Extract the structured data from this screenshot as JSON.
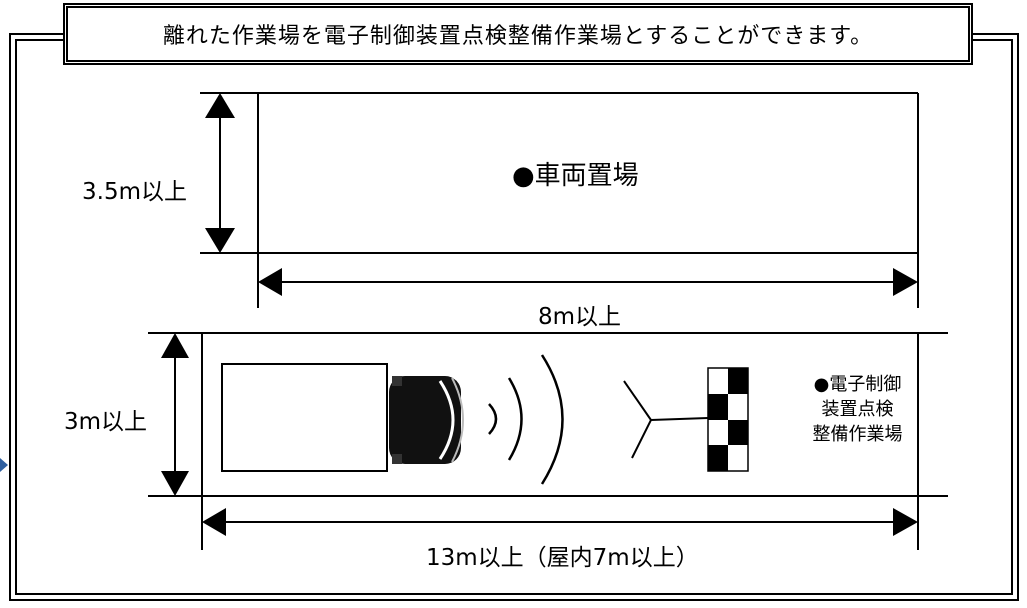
{
  "title": "離れた作業場を電子制御装置点検整備作業場とすることができます。",
  "vehicle_area": {
    "label": "●車両置場",
    "depth_label": "3.5m以上",
    "width_label": "8m以上"
  },
  "inspection_area": {
    "label_lines": [
      "●電子制御",
      "装置点検",
      "整備作業場"
    ],
    "depth_label": "3m以上",
    "width_label": "13m以上（屋内7m以上）"
  },
  "icons": [
    "truck-icon",
    "radar-wave-icon",
    "calibration-target-icon"
  ]
}
